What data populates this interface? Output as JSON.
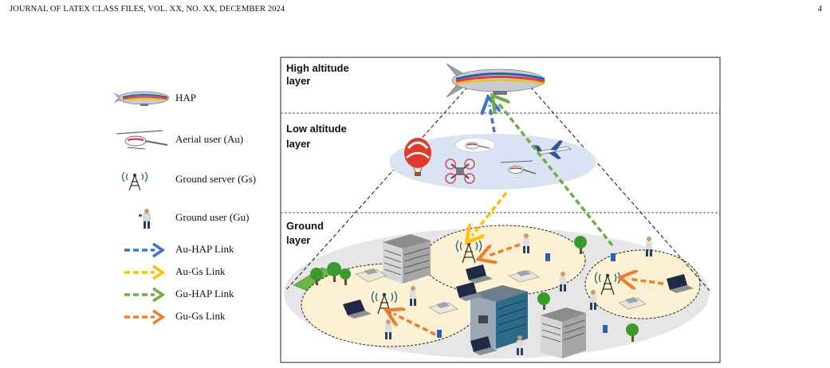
{
  "header": {
    "left": "JOURNAL OF LATEX CLASS FILES, VOL. XX, NO. XX, DECEMBER 2024",
    "page_number": "4"
  },
  "legend": {
    "items": [
      {
        "label": "HAP",
        "icon": "airship-icon"
      },
      {
        "label": "Aerial user (Au)",
        "icon": "helicopter-icon"
      },
      {
        "label": "Ground server (Gs)",
        "icon": "antenna-tower-icon"
      },
      {
        "label": "Ground user (Gu)",
        "icon": "person-phone-icon"
      },
      {
        "label": "Au-HAP Link",
        "icon": "dashed-arrow-icon",
        "color": "#4472c4"
      },
      {
        "label": "Au-Gs Link",
        "icon": "dashed-arrow-icon",
        "color": "#ffc000"
      },
      {
        "label": "Gu-HAP Link",
        "icon": "dashed-arrow-icon",
        "color": "#70ad47"
      },
      {
        "label": "Gu-Gs Link",
        "icon": "dashed-arrow-icon",
        "color": "#ed7d31"
      }
    ]
  },
  "layers": {
    "high": [
      "High altitude",
      "layer"
    ],
    "low": [
      "Low altitude",
      "layer"
    ],
    "ground": [
      "Ground",
      "layer"
    ]
  },
  "colors": {
    "au_hap": "#4472c4",
    "au_gs": "#ffc000",
    "gu_hap": "#70ad47",
    "gu_gs": "#ed7d31",
    "cell_fill": "#fdf1d3",
    "low_layer_fill": "#d9e3f3",
    "ground_disc": "#e6e6e6"
  }
}
